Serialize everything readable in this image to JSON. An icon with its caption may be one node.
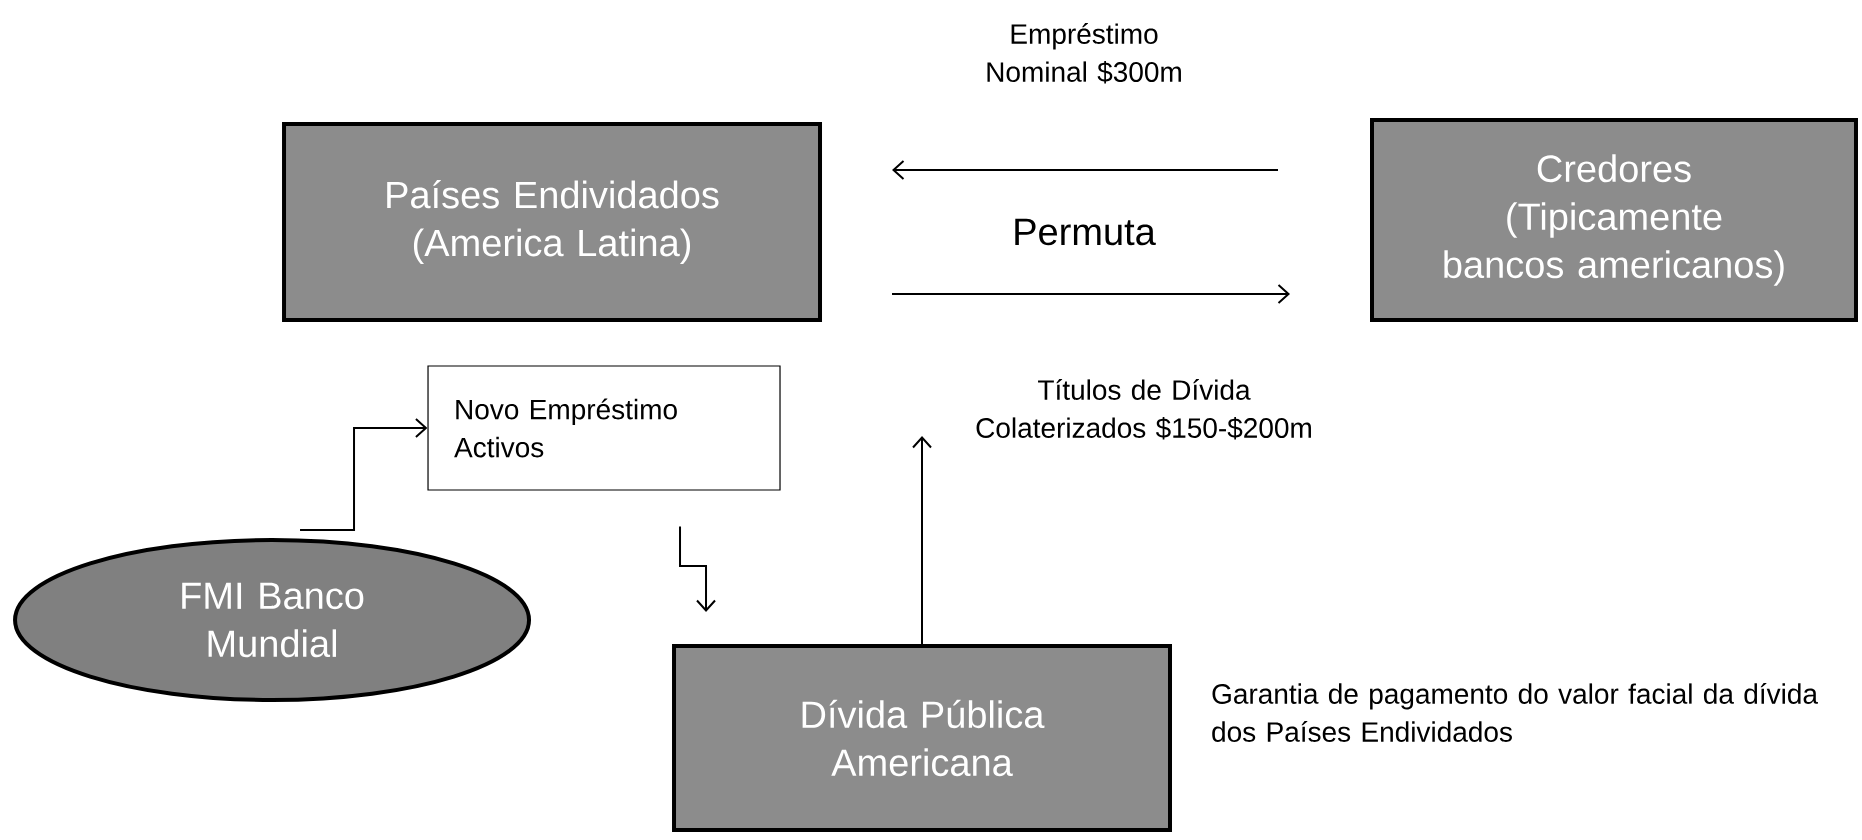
{
  "diagram": {
    "nodes": [
      {
        "text": [
          "Países Endividados (America Latina)"
        ]
      },
      {
        "text": [
          "Credores (Tipicamente bancos americanos)"
        ]
      },
      {
        "text": [
          "Novo Empréstimo Activos"
        ]
      },
      {
        "text": [
          "FMI Banco Mundial"
        ]
      },
      {
        "text": [
          "Dívida Pública Americana"
        ],
        "beside": [
          "Garantia de pagamento do valor facial da dívida dos Países Endividados"
        ]
      }
    ],
    "edges": [
      {
        "from": 1,
        "to": 0,
        "arrow": "to",
        "label": "Empréstimo Nominal $300m"
      },
      {
        "from": 0,
        "to": 1,
        "arrow": "to"
      },
      {
        "from": 3,
        "to": 2,
        "arrow": "to"
      },
      {
        "from": 2,
        "to": 4,
        "arrow": "to"
      },
      {
        "from": 4,
        "to": null,
        "arrow": "to",
        "label": "Títulos de Dívida Colaterizados $150-$200m"
      }
    ],
    "labels": [
      "Permuta"
    ]
  }
}
